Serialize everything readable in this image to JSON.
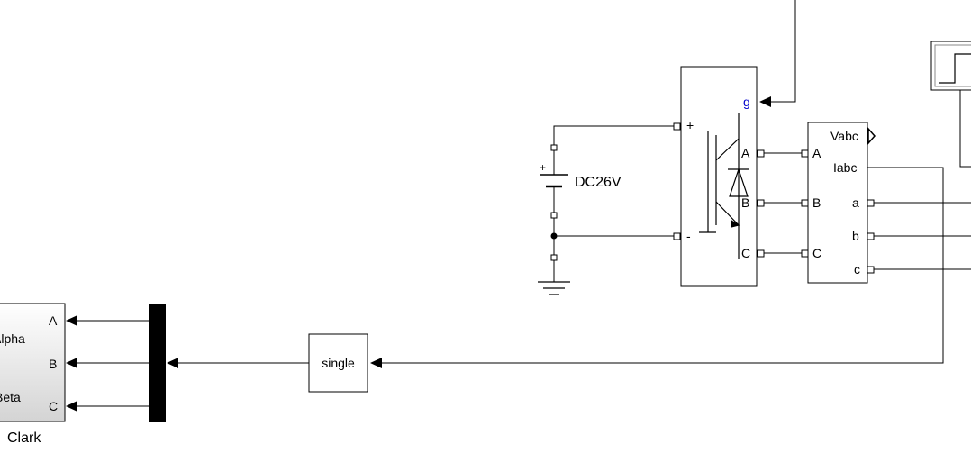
{
  "dc_source": {
    "label": "DC26V",
    "plus": "+"
  },
  "inverter": {
    "port_plus": "+",
    "port_minus": "-",
    "gate": "g",
    "outputs": [
      "A",
      "B",
      "C"
    ]
  },
  "measurement": {
    "inputs": [
      "A",
      "B",
      "C"
    ],
    "vabc": "Vabc",
    "iabc": "Iabc",
    "outputs": [
      "a",
      "b",
      "c"
    ]
  },
  "convert": {
    "label": "single"
  },
  "clark": {
    "name": "Clark",
    "inputs": [
      "A",
      "B",
      "C"
    ],
    "out_alpha": "Alpha",
    "out_beta": "Beta"
  },
  "colors": {
    "gate_label": "#0000cc"
  }
}
